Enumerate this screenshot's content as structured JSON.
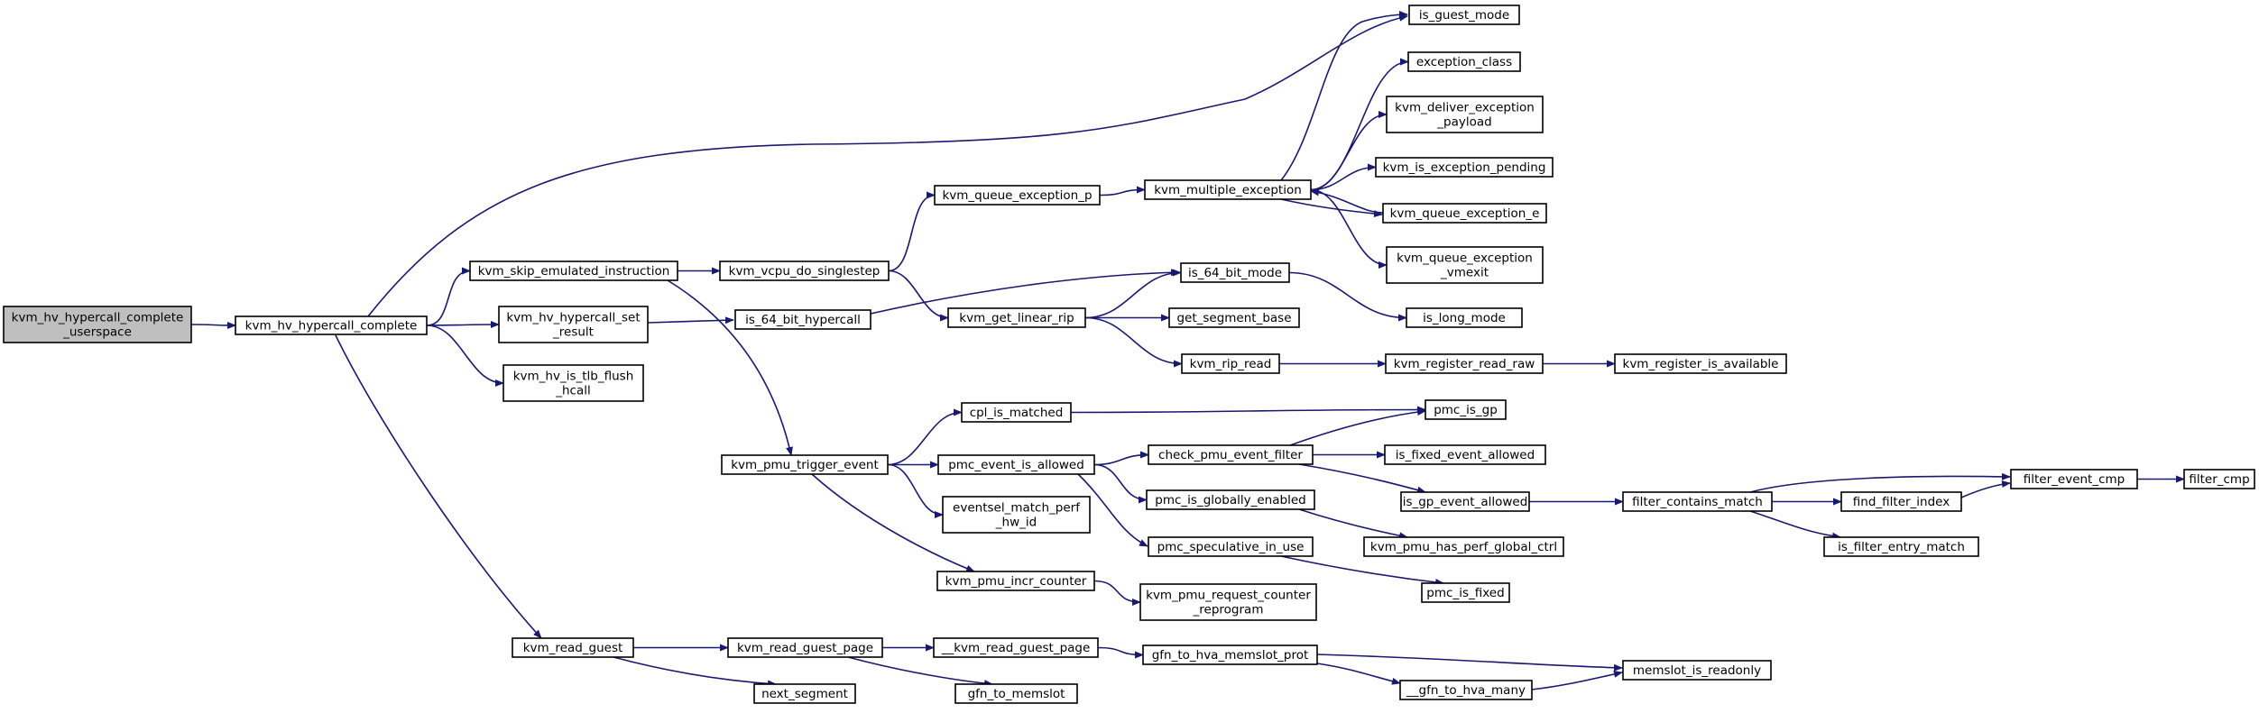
{
  "graph": {
    "edge_color": "#191970",
    "root_fill": "#bfbfbf",
    "nodes": [
      {
        "id": "kvm_hv_hypercall_complete_userspace",
        "lines": [
          "kvm_hv_hypercall_complete",
          "_userspace"
        ],
        "root": true
      },
      {
        "id": "kvm_hv_hypercall_complete",
        "lines": [
          "kvm_hv_hypercall_complete"
        ]
      },
      {
        "id": "is_guest_mode",
        "lines": [
          "is_guest_mode"
        ]
      },
      {
        "id": "kvm_skip_emulated_instruction",
        "lines": [
          "kvm_skip_emulated_instruction"
        ]
      },
      {
        "id": "kvm_hv_hypercall_set_result",
        "lines": [
          "kvm_hv_hypercall_set",
          "_result"
        ]
      },
      {
        "id": "kvm_hv_is_tlb_flush_hcall",
        "lines": [
          "kvm_hv_is_tlb_flush",
          "_hcall"
        ]
      },
      {
        "id": "kvm_read_guest",
        "lines": [
          "kvm_read_guest"
        ]
      },
      {
        "id": "kvm_vcpu_do_singlestep",
        "lines": [
          "kvm_vcpu_do_singlestep"
        ]
      },
      {
        "id": "kvm_pmu_trigger_event",
        "lines": [
          "kvm_pmu_trigger_event"
        ]
      },
      {
        "id": "is_64_bit_hypercall",
        "lines": [
          "is_64_bit_hypercall"
        ]
      },
      {
        "id": "kvm_read_guest_page",
        "lines": [
          "kvm_read_guest_page"
        ]
      },
      {
        "id": "next_segment",
        "lines": [
          "next_segment"
        ]
      },
      {
        "id": "kvm_queue_exception_p",
        "lines": [
          "kvm_queue_exception_p"
        ]
      },
      {
        "id": "kvm_get_linear_rip",
        "lines": [
          "kvm_get_linear_rip"
        ]
      },
      {
        "id": "cpl_is_matched",
        "lines": [
          "cpl_is_matched"
        ]
      },
      {
        "id": "pmc_event_is_allowed",
        "lines": [
          "pmc_event_is_allowed"
        ]
      },
      {
        "id": "eventsel_match_perf_hw_id",
        "lines": [
          "eventsel_match_perf",
          "_hw_id"
        ]
      },
      {
        "id": "kvm_pmu_incr_counter",
        "lines": [
          "kvm_pmu_incr_counter"
        ]
      },
      {
        "id": "__kvm_read_guest_page",
        "lines": [
          "__kvm_read_guest_page"
        ]
      },
      {
        "id": "gfn_to_memslot",
        "lines": [
          "gfn_to_memslot"
        ]
      },
      {
        "id": "kvm_multiple_exception",
        "lines": [
          "kvm_multiple_exception"
        ]
      },
      {
        "id": "is_64_bit_mode",
        "lines": [
          "is_64_bit_mode"
        ]
      },
      {
        "id": "get_segment_base",
        "lines": [
          "get_segment_base"
        ]
      },
      {
        "id": "kvm_rip_read",
        "lines": [
          "kvm_rip_read"
        ]
      },
      {
        "id": "check_pmu_event_filter",
        "lines": [
          "check_pmu_event_filter"
        ]
      },
      {
        "id": "pmc_is_globally_enabled",
        "lines": [
          "pmc_is_globally_enabled"
        ]
      },
      {
        "id": "pmc_speculative_in_use",
        "lines": [
          "pmc_speculative_in_use"
        ]
      },
      {
        "id": "kvm_pmu_request_counter_reprogram",
        "lines": [
          "kvm_pmu_request_counter",
          "_reprogram"
        ]
      },
      {
        "id": "gfn_to_hva_memslot_prot",
        "lines": [
          "gfn_to_hva_memslot_prot"
        ]
      },
      {
        "id": "exception_class",
        "lines": [
          "exception_class"
        ]
      },
      {
        "id": "kvm_deliver_exception_payload",
        "lines": [
          "kvm_deliver_exception",
          "_payload"
        ]
      },
      {
        "id": "kvm_is_exception_pending",
        "lines": [
          "kvm_is_exception_pending"
        ]
      },
      {
        "id": "kvm_queue_exception_e",
        "lines": [
          "kvm_queue_exception_e"
        ]
      },
      {
        "id": "kvm_queue_exception_vmexit",
        "lines": [
          "kvm_queue_exception",
          "_vmexit"
        ]
      },
      {
        "id": "is_long_mode",
        "lines": [
          "is_long_mode"
        ]
      },
      {
        "id": "kvm_register_read_raw",
        "lines": [
          "kvm_register_read_raw"
        ]
      },
      {
        "id": "pmc_is_gp",
        "lines": [
          "pmc_is_gp"
        ]
      },
      {
        "id": "is_fixed_event_allowed",
        "lines": [
          "is_fixed_event_allowed"
        ]
      },
      {
        "id": "is_gp_event_allowed",
        "lines": [
          "is_gp_event_allowed"
        ]
      },
      {
        "id": "kvm_pmu_has_perf_global_ctrl",
        "lines": [
          "kvm_pmu_has_perf_global_ctrl"
        ]
      },
      {
        "id": "pmc_is_fixed",
        "lines": [
          "pmc_is_fixed"
        ]
      },
      {
        "id": "__gfn_to_hva_many",
        "lines": [
          "__gfn_to_hva_many"
        ]
      },
      {
        "id": "memslot_is_readonly",
        "lines": [
          "memslot_is_readonly"
        ]
      },
      {
        "id": "kvm_register_is_available",
        "lines": [
          "kvm_register_is_available"
        ]
      },
      {
        "id": "filter_contains_match",
        "lines": [
          "filter_contains_match"
        ]
      },
      {
        "id": "find_filter_index",
        "lines": [
          "find_filter_index"
        ]
      },
      {
        "id": "is_filter_entry_match",
        "lines": [
          "is_filter_entry_match"
        ]
      },
      {
        "id": "filter_event_cmp",
        "lines": [
          "filter_event_cmp"
        ]
      },
      {
        "id": "filter_cmp",
        "lines": [
          "filter_cmp"
        ]
      }
    ],
    "edges": [
      [
        "kvm_hv_hypercall_complete_userspace",
        "kvm_hv_hypercall_complete"
      ],
      [
        "kvm_hv_hypercall_complete",
        "is_guest_mode"
      ],
      [
        "kvm_hv_hypercall_complete",
        "kvm_skip_emulated_instruction"
      ],
      [
        "kvm_hv_hypercall_complete",
        "kvm_hv_hypercall_set_result"
      ],
      [
        "kvm_hv_hypercall_complete",
        "kvm_hv_is_tlb_flush_hcall"
      ],
      [
        "kvm_hv_hypercall_complete",
        "kvm_read_guest"
      ],
      [
        "kvm_skip_emulated_instruction",
        "kvm_vcpu_do_singlestep"
      ],
      [
        "kvm_skip_emulated_instruction",
        "kvm_pmu_trigger_event"
      ],
      [
        "kvm_hv_hypercall_set_result",
        "is_64_bit_hypercall"
      ],
      [
        "is_64_bit_hypercall",
        "is_64_bit_mode"
      ],
      [
        "kvm_vcpu_do_singlestep",
        "kvm_queue_exception_p"
      ],
      [
        "kvm_vcpu_do_singlestep",
        "kvm_get_linear_rip"
      ],
      [
        "kvm_queue_exception_p",
        "kvm_multiple_exception"
      ],
      [
        "kvm_multiple_exception",
        "is_guest_mode"
      ],
      [
        "kvm_multiple_exception",
        "exception_class"
      ],
      [
        "kvm_multiple_exception",
        "kvm_deliver_exception_payload"
      ],
      [
        "kvm_multiple_exception",
        "kvm_is_exception_pending"
      ],
      [
        "kvm_multiple_exception",
        "kvm_queue_exception_e"
      ],
      [
        "kvm_multiple_exception",
        "kvm_queue_exception_vmexit"
      ],
      [
        "kvm_queue_exception_e",
        "kvm_multiple_exception"
      ],
      [
        "kvm_get_linear_rip",
        "is_64_bit_mode"
      ],
      [
        "kvm_get_linear_rip",
        "get_segment_base"
      ],
      [
        "kvm_get_linear_rip",
        "kvm_rip_read"
      ],
      [
        "is_64_bit_mode",
        "is_long_mode"
      ],
      [
        "kvm_rip_read",
        "kvm_register_read_raw"
      ],
      [
        "kvm_register_read_raw",
        "kvm_register_is_available"
      ],
      [
        "kvm_pmu_trigger_event",
        "cpl_is_matched"
      ],
      [
        "kvm_pmu_trigger_event",
        "pmc_event_is_allowed"
      ],
      [
        "kvm_pmu_trigger_event",
        "eventsel_match_perf_hw_id"
      ],
      [
        "kvm_pmu_trigger_event",
        "kvm_pmu_incr_counter"
      ],
      [
        "cpl_is_matched",
        "pmc_is_gp"
      ],
      [
        "pmc_event_is_allowed",
        "check_pmu_event_filter"
      ],
      [
        "pmc_event_is_allowed",
        "pmc_is_globally_enabled"
      ],
      [
        "pmc_event_is_allowed",
        "pmc_speculative_in_use"
      ],
      [
        "check_pmu_event_filter",
        "pmc_is_gp"
      ],
      [
        "check_pmu_event_filter",
        "is_fixed_event_allowed"
      ],
      [
        "check_pmu_event_filter",
        "is_gp_event_allowed"
      ],
      [
        "is_gp_event_allowed",
        "filter_contains_match"
      ],
      [
        "filter_contains_match",
        "filter_event_cmp"
      ],
      [
        "filter_contains_match",
        "find_filter_index"
      ],
      [
        "filter_contains_match",
        "is_filter_entry_match"
      ],
      [
        "find_filter_index",
        "filter_event_cmp"
      ],
      [
        "filter_event_cmp",
        "filter_cmp"
      ],
      [
        "pmc_is_globally_enabled",
        "kvm_pmu_has_perf_global_ctrl"
      ],
      [
        "pmc_speculative_in_use",
        "pmc_is_fixed"
      ],
      [
        "kvm_pmu_incr_counter",
        "kvm_pmu_request_counter_reprogram"
      ],
      [
        "kvm_read_guest",
        "kvm_read_guest_page"
      ],
      [
        "kvm_read_guest",
        "next_segment"
      ],
      [
        "kvm_read_guest_page",
        "__kvm_read_guest_page"
      ],
      [
        "kvm_read_guest_page",
        "gfn_to_memslot"
      ],
      [
        "__kvm_read_guest_page",
        "gfn_to_hva_memslot_prot"
      ],
      [
        "gfn_to_hva_memslot_prot",
        "memslot_is_readonly"
      ],
      [
        "gfn_to_hva_memslot_prot",
        "__gfn_to_hva_many"
      ],
      [
        "__gfn_to_hva_many",
        "memslot_is_readonly"
      ]
    ]
  }
}
